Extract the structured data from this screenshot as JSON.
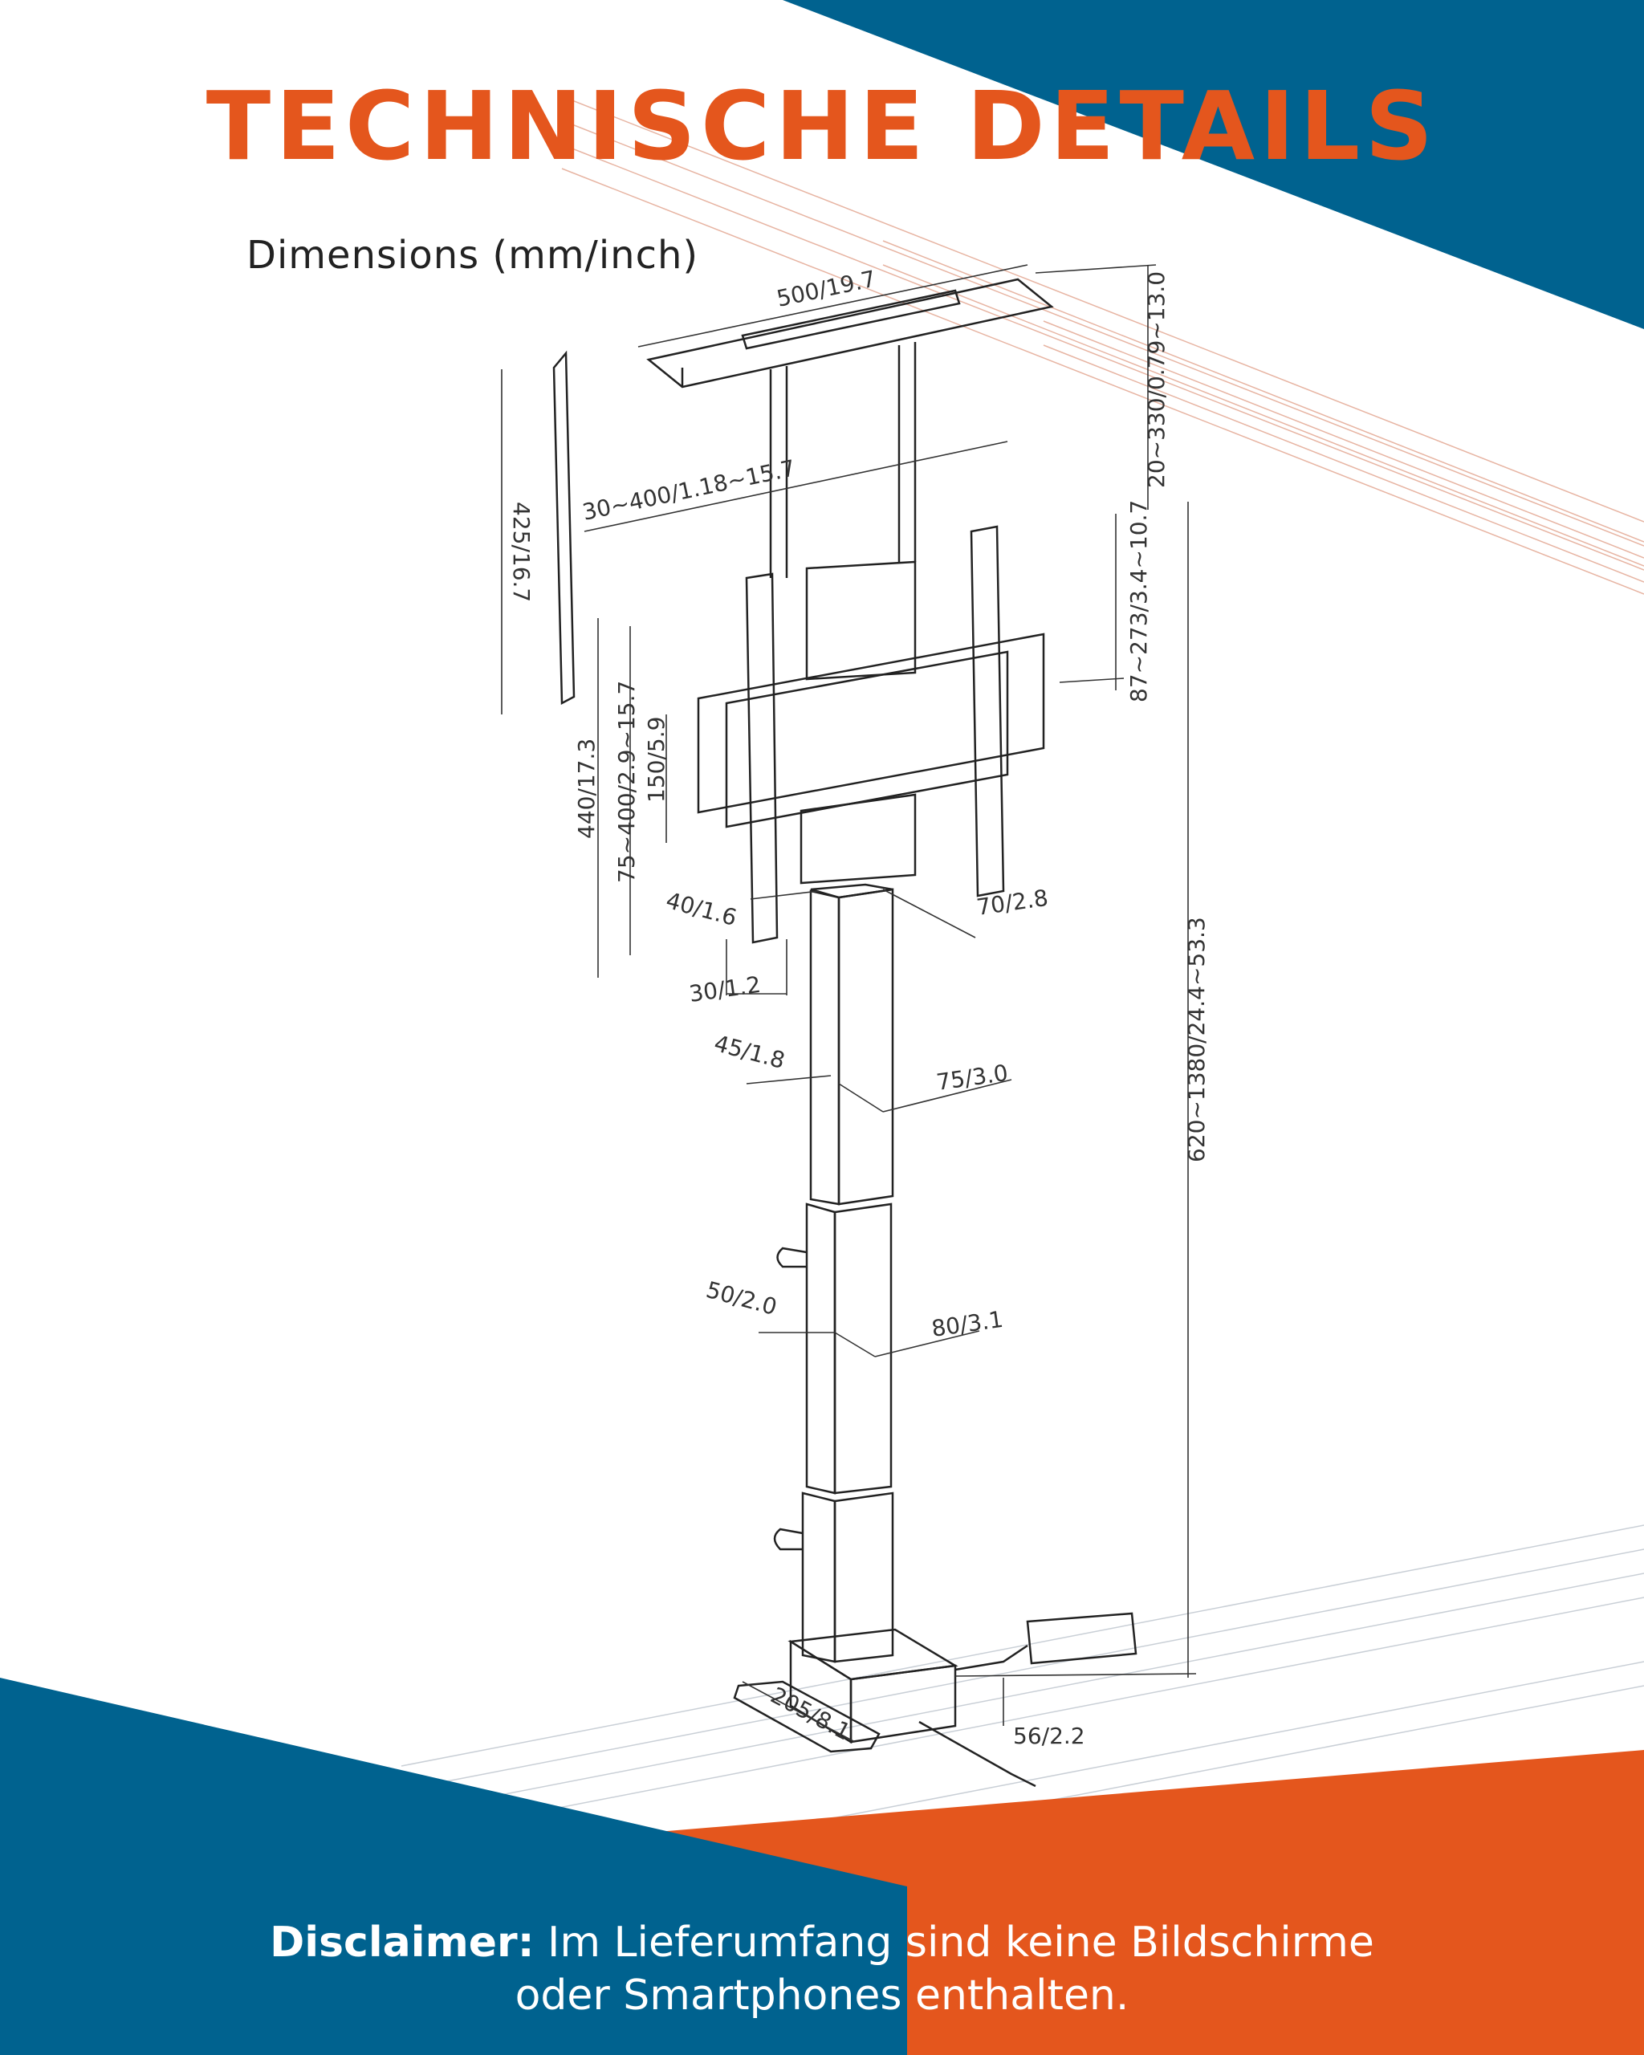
{
  "title": "TECHNISCHE DETAILS",
  "subtitle": "Dimensions (mm/inch)",
  "colors": {
    "orange": "#e4561d",
    "blue": "#00628f",
    "line": "#222222"
  },
  "dimensions": {
    "top_width": "500/19.7",
    "top_depth": "20~330/0.79~13.0",
    "plate_height": "425/16.7",
    "arm_spacing": "30~400/1.18~15.7",
    "arm_depth": "87~273/3.4~10.7",
    "bracket_height": "440/17.3",
    "vesa_vertical": "75~400/2.9~15.7",
    "bracket_inner": "150/5.9",
    "total_height": "620~1380/24.4~53.3",
    "col_top_depth": "40/1.6",
    "col_top_width": "70/2.8",
    "bracket_offset": "30/1.2",
    "col_mid_depth": "45/1.8",
    "col_mid_width": "75/3.0",
    "col_low_depth": "50/2.0",
    "col_low_width": "80/3.1",
    "base_depth": "205/8.1",
    "base_height": "56/2.2"
  },
  "disclaimer": {
    "label": "Disclaimer:",
    "line1": "Im Lieferumfang sind keine Bildschirme",
    "line2": "oder Smartphones enthalten."
  }
}
